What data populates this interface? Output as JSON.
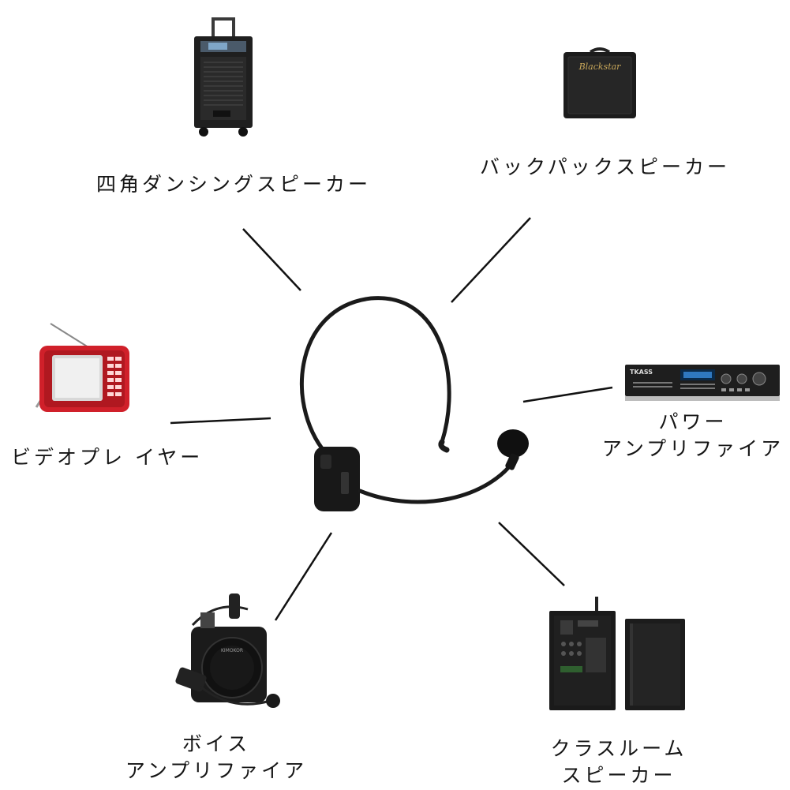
{
  "devices": {
    "square_dancing_speaker": {
      "label": "四角ダンシングスピーカー",
      "icon": "trolley-speaker-icon"
    },
    "backpack_speaker": {
      "label": "バックパックスピーカー",
      "icon": "guitar-amp-icon",
      "brand_text": "Blackstar"
    },
    "power_amplifier": {
      "label_lines": [
        "パワー",
        "アンプリファイア"
      ],
      "icon": "rack-amplifier-icon",
      "brand_text": "TKASS"
    },
    "video_player": {
      "label": "ビデオプレ イヤー",
      "icon": "portable-video-player-icon"
    },
    "voice_amplifier": {
      "label_lines": [
        "ボイス",
        "アンプリファイア"
      ],
      "icon": "waist-voice-amplifier-icon",
      "brand_text": "KIMOKOR"
    },
    "classroom_speaker": {
      "label_lines": [
        "クラスルーム",
        "スピーカー"
      ],
      "icon": "bookshelf-speakers-icon"
    }
  },
  "center": {
    "icon": "wireless-headset-microphone-icon"
  },
  "colors": {
    "background": "#ffffff",
    "text": "#151515",
    "connector": "#111111",
    "device_dark": "#1c1c1c",
    "player_red": "#d0202a"
  }
}
